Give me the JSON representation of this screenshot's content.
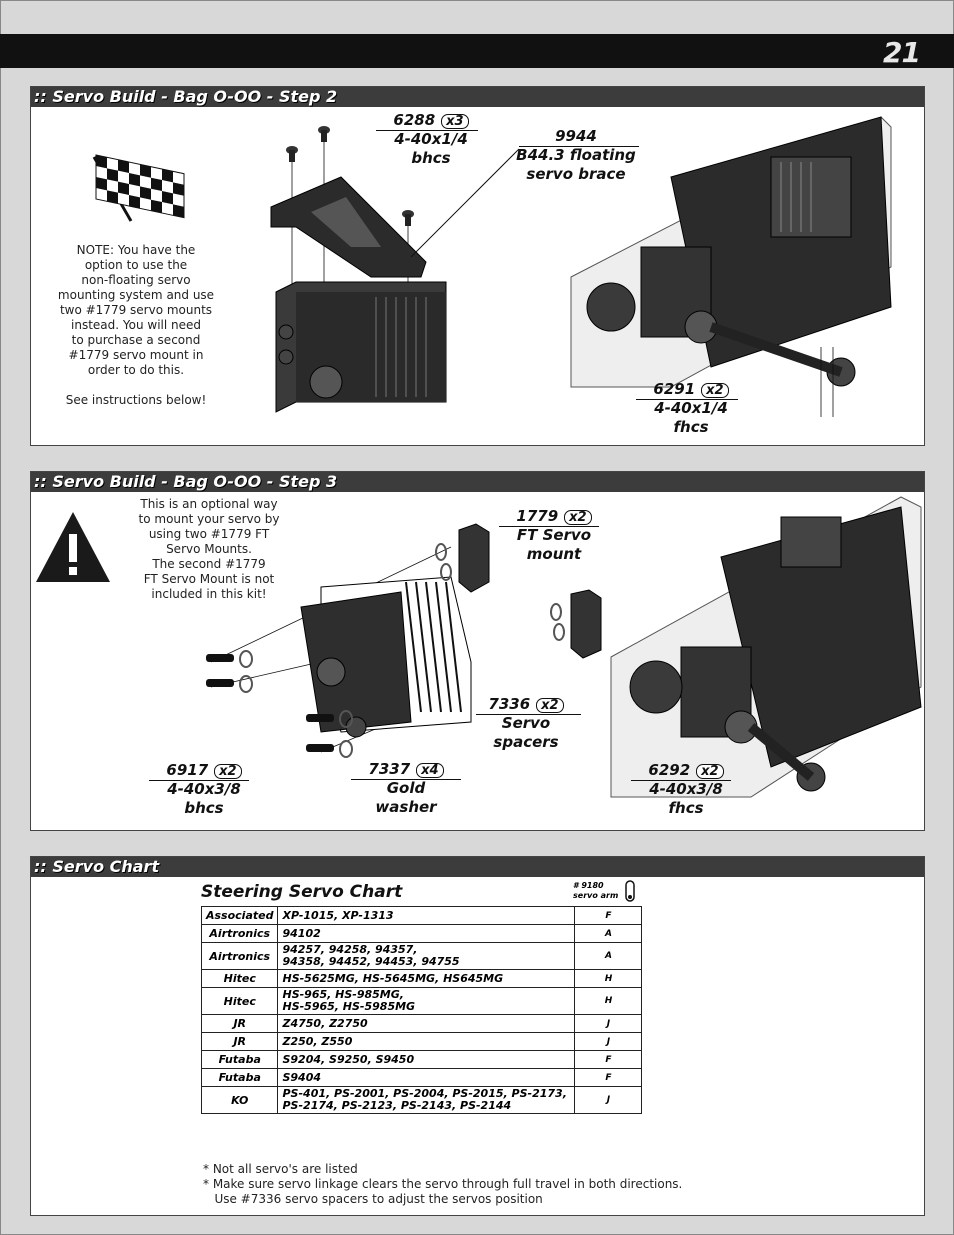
{
  "page": {
    "number": "21"
  },
  "step2": {
    "title": ":: Servo Build - Bag O-OO - Step 2",
    "note": [
      "NOTE:  You have the",
      "option to use the",
      "non-floating servo",
      "mounting system and use",
      "two #1779 servo mounts",
      "instead.  You will need",
      "to purchase a second",
      "#1779 servo mount in",
      "order to do this.",
      "",
      "See instructions below!"
    ],
    "callouts": [
      {
        "num": "6288",
        "qty": "x3",
        "desc": [
          "4-40x1/4",
          "bhcs"
        ]
      },
      {
        "num": "9944",
        "qty": "",
        "desc": [
          "B44.3 floating",
          "servo brace"
        ]
      },
      {
        "num": "6291",
        "qty": "x2",
        "desc": [
          "4-40x1/4",
          "fhcs"
        ]
      }
    ]
  },
  "step3": {
    "title": ":: Servo Build - Bag O-OO - Step 3",
    "note": [
      "This is an optional way",
      "to mount your servo by",
      "using two #1779 FT",
      "Servo Mounts.",
      "The second #1779",
      "FT Servo Mount is not",
      "included in this kit!"
    ],
    "callouts": [
      {
        "num": "1779",
        "qty": "x2",
        "desc": [
          "FT Servo",
          "mount"
        ]
      },
      {
        "num": "7336",
        "qty": "x2",
        "desc": [
          "Servo",
          "spacers"
        ]
      },
      {
        "num": "6917",
        "qty": "x2",
        "desc": [
          "4-40x3/8",
          "bhcs"
        ]
      },
      {
        "num": "7337",
        "qty": "x4",
        "desc": [
          "Gold",
          "washer"
        ]
      },
      {
        "num": "6292",
        "qty": "x2",
        "desc": [
          "4-40x3/8",
          "fhcs"
        ]
      }
    ]
  },
  "chart": {
    "section_title": ":: Servo Chart",
    "title": "Steering Servo Chart",
    "arm_header": [
      "# 9180",
      "servo arm"
    ],
    "rows": [
      {
        "brand": "Associated",
        "models": [
          "XP-1015, XP-1313"
        ],
        "arm": "F"
      },
      {
        "brand": "Airtronics",
        "models": [
          "94102"
        ],
        "arm": "A"
      },
      {
        "brand": "Airtronics",
        "models": [
          "94257, 94258, 94357,",
          "94358, 94452, 94453, 94755"
        ],
        "arm": "A"
      },
      {
        "brand": "Hitec",
        "models": [
          "HS-5625MG, HS-5645MG, HS645MG"
        ],
        "arm": "H"
      },
      {
        "brand": "Hitec",
        "models": [
          "HS-965, HS-985MG,",
          "HS-5965, HS-5985MG"
        ],
        "arm": "H"
      },
      {
        "brand": "JR",
        "models": [
          "Z4750, Z2750"
        ],
        "arm": "J"
      },
      {
        "brand": "JR",
        "models": [
          "Z250, Z550"
        ],
        "arm": "J"
      },
      {
        "brand": "Futaba",
        "models": [
          "S9204, S9250, S9450"
        ],
        "arm": "F"
      },
      {
        "brand": "Futaba",
        "models": [
          "S9404"
        ],
        "arm": "F"
      },
      {
        "brand": "KO",
        "models": [
          "PS-401, PS-2001, PS-2004, PS-2015, PS-2173,",
          "PS-2174, PS-2123, PS-2143, PS-2144"
        ],
        "arm": "J"
      }
    ],
    "footnotes": [
      "* Not all servo's are listed",
      "* Make sure servo linkage clears the servo through full travel in both directions.",
      "   Use #7336 servo spacers to adjust the servos position"
    ]
  }
}
